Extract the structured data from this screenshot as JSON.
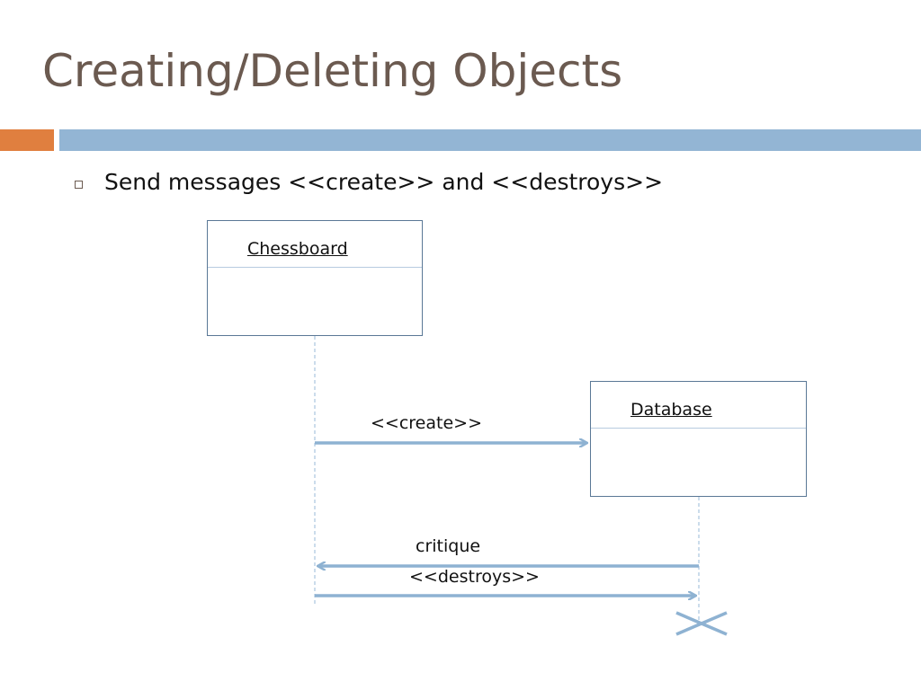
{
  "slide": {
    "title": "Creating/Deleting Objects",
    "bullet": "Send messages <<create>> and <<destroys>>"
  },
  "diagram": {
    "objects": [
      {
        "id": "chessboard",
        "name": "Chessboard"
      },
      {
        "id": "database",
        "name": "Database"
      }
    ],
    "messages": [
      {
        "label": "<<create>>",
        "from": "Chessboard",
        "to": "Database"
      },
      {
        "label": "critique",
        "from": "Database",
        "to": "Chessboard"
      },
      {
        "label": "<<destroys>>",
        "from": "Chessboard",
        "to": "Database"
      }
    ]
  },
  "colors": {
    "title": "#6b5a50",
    "accent_orange": "#e07f3f",
    "accent_blue": "#93b5d4",
    "diagram_line": "#8eb2d2",
    "box_border": "#5a7896"
  }
}
